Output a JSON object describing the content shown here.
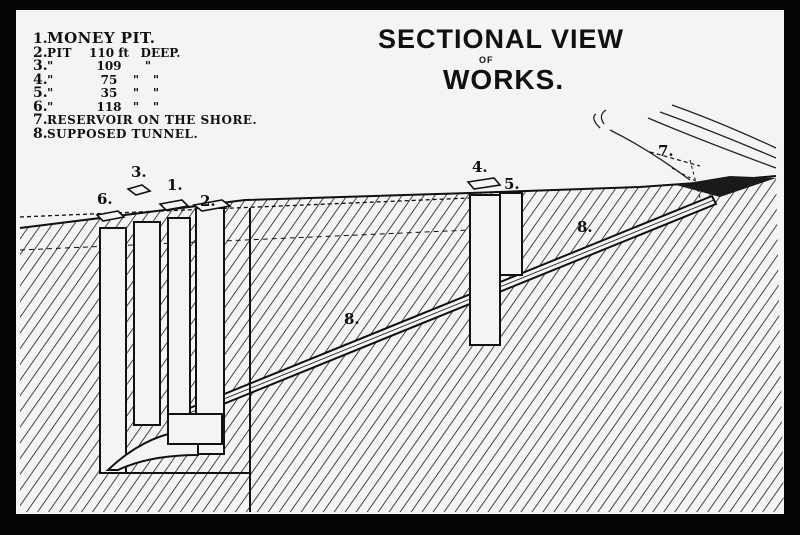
{
  "title": "SECTIONAL VIEW",
  "title_connector": "OF",
  "subtitle": "WORKS.",
  "legend": [
    {
      "num": "1.",
      "text": "MONEY PIT."
    },
    {
      "num": "2.",
      "text": "PIT",
      "c2": "110 ft",
      "c3": "DEEP."
    },
    {
      "num": "3.",
      "text": "\"",
      "c2": "109",
      "c3": "\""
    },
    {
      "num": "4.",
      "text": "\"",
      "c2": "75",
      "c3": "\"",
      "c4": "\""
    },
    {
      "num": "5.",
      "text": "\"",
      "c2": "35",
      "c3": "\"",
      "c4": "\""
    },
    {
      "num": "6.",
      "text": "\"",
      "c2": "118",
      "c3": "\"",
      "c4": "\""
    },
    {
      "num": "7.",
      "text": "RESERVOIR ON THE SHORE."
    },
    {
      "num": "8.",
      "text": "SUPPOSED TUNNEL."
    }
  ],
  "callouts": {
    "pit_1": "1.",
    "pit_2": "2.",
    "pit_3": "3.",
    "pit_4": "4.",
    "pit_5": "5.",
    "pit_6": "6.",
    "reservoir_7": "7.",
    "tunnel_8_upper": "8.",
    "tunnel_8_lower": "8."
  },
  "colors": {
    "ink": "#111111",
    "paper": "#f4f4f2",
    "frame": "#0a0a0a"
  }
}
